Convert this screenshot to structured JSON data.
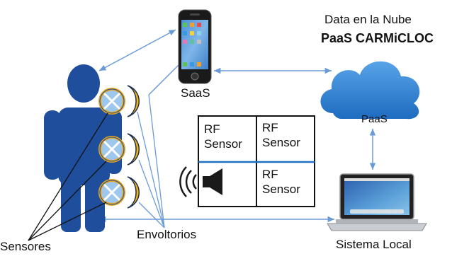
{
  "cloud": {
    "title_line1": "Data en la Nube",
    "title_line2": "PaaS CARMiCLOC",
    "label": "PaaS"
  },
  "phone": {
    "label": "SaaS"
  },
  "laptop": {
    "label": "Sistema Local"
  },
  "person": {
    "sensors_label": "Sensores",
    "wrappers_label": "Envoltorios"
  },
  "rf_grid": {
    "cell_top_left": [
      "RF",
      "Sensor"
    ],
    "cell_top_right": [
      "RF",
      "Sensor"
    ],
    "cell_bottom_right": [
      "RF",
      "Sensor"
    ]
  },
  "colors": {
    "person": "#1f4e9c",
    "cloud": "#2f7fd0",
    "arrow": "#6a9bd6",
    "sensor_fill": "#9ec7ee",
    "sensor_ring": "#e7a51b",
    "crescent": "#f3b514",
    "grid_divider": "#1f6fc2"
  },
  "icons": [
    "speaker-icon",
    "smartphone-icon",
    "cloud-icon",
    "laptop-icon",
    "person-icon",
    "sensor-icon",
    "wrapper-icon"
  ]
}
